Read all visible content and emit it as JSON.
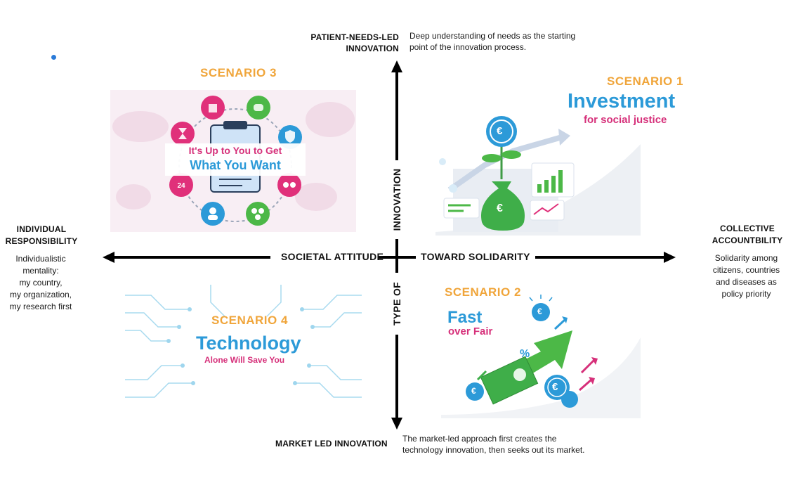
{
  "top_axis": {
    "label_line1": "PATIENT-NEEDS-LED",
    "label_line2": "INNOVATION",
    "desc_line1": "Deep understanding of needs as the starting",
    "desc_line2": "point of the innovation process."
  },
  "bottom_axis": {
    "label": "MARKET LED INNOVATION",
    "desc_line1": "The market-led approach first creates the",
    "desc_line2": "technology innovation, then seeks out its market."
  },
  "left_axis": {
    "label_line1": "INDIVIDUAL",
    "label_line2": "RESPONSIBILITY",
    "desc_lines": [
      "Individualistic",
      "mentality:",
      "my country,",
      "my organization,",
      "my research first"
    ]
  },
  "right_axis": {
    "label_line1": "COLLECTIVE",
    "label_line2": "ACCOUNTBILITY",
    "desc_lines": [
      "Solidarity among",
      "citizens, countries",
      "and diseases as",
      "policy priority"
    ]
  },
  "center": {
    "horizontal_left": "SOCIETAL ATTITUDE",
    "horizontal_right": "TOWARD SOLIDARITY",
    "vertical_top": "INNOVATION",
    "vertical_bottom": "TYPE OF"
  },
  "scenarios": {
    "s1": {
      "label": "SCENARIO 1",
      "title": "Investment",
      "subtitle": "for social justice"
    },
    "s2": {
      "label": "SCENARIO 2",
      "title": "Fast",
      "subtitle": "over Fair"
    },
    "s3": {
      "label": "SCENARIO 3",
      "title_line1": "It's Up to You to Get",
      "title_line2": "What You Want"
    },
    "s4": {
      "label": "SCENARIO 4",
      "title": "Technology",
      "subtitle": "Alone Will Save You"
    }
  },
  "icons": {
    "euro_symbol": "€",
    "percent_symbol": "%",
    "clock_text": "24"
  },
  "colors": {
    "scenario_label": "#f0a53a",
    "green": "#3fae49",
    "blue": "#2c9ad8",
    "magenta": "#d63384",
    "bullet": "#2a7ad8"
  }
}
